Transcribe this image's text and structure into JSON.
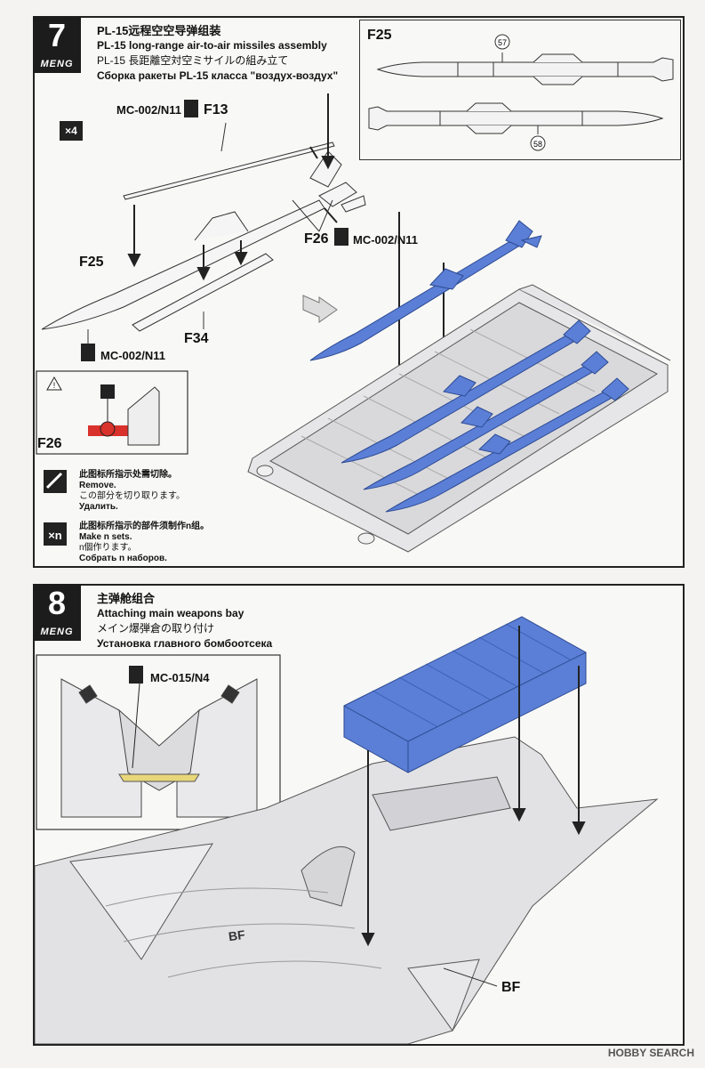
{
  "step7": {
    "number": "7",
    "brand": "MENG",
    "title_zh": "PL-15远程空空导弹组装",
    "title_en": "PL-15 long-range air-to-air missiles assembly",
    "title_ja": "PL-15 長距離空対空ミサイルの組み立て",
    "title_ru": "Сборка ракеты PL-15 класса \"воздух-воздух\"",
    "quantity": "×4",
    "paint_top": "MC-002/N11",
    "part_f13": "F13",
    "part_f25": "F25",
    "part_f34": "F34",
    "paint_bottom": "MC-002/N11",
    "f26_label": "F26",
    "f26_paint": "MC-002/N11",
    "inset_title": "F25",
    "callout_57": "57",
    "callout_58": "58",
    "warn_part": "F26",
    "legend": {
      "remove_zh": "此图标所指示处需切除。",
      "remove_en": "Remove.",
      "remove_ja": "この部分を切り取ります。",
      "remove_ru": "Удалить.",
      "sets_icon": "×n",
      "sets_zh": "此图标所指示的部件须制作n组。",
      "sets_en": "Make n sets.",
      "sets_ja": "n個作ります。",
      "sets_ru": "Собрать n наборов."
    }
  },
  "step8": {
    "number": "8",
    "brand": "MENG",
    "title_zh": "主弹舱组合",
    "title_en": "Attaching main weapons bay",
    "title_ja": "メイン爆弾倉の取り付け",
    "title_ru": "Установка главного бомбоотсека",
    "paint": "MC-015/N4",
    "part_bf": "BF",
    "decal": "BF"
  },
  "watermark": "HOBBY SEARCH",
  "colors": {
    "blue_part": "#5b7fd6",
    "grey_part": "#e4e4e6",
    "red_cut": "#d9312b"
  }
}
